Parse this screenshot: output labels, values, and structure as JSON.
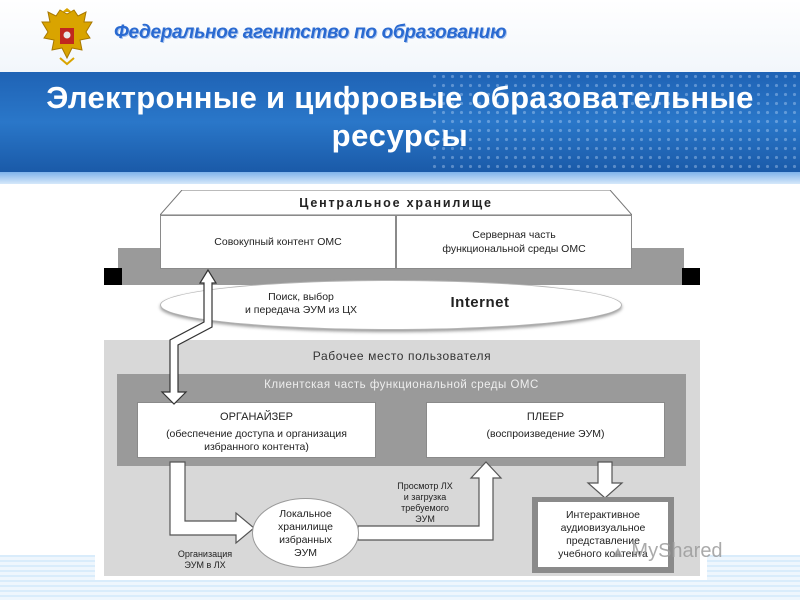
{
  "header": {
    "agency": "Федеральное агентство по образованию",
    "title_line1": "Электронные и цифровые образовательные",
    "title_line2": "ресурсы"
  },
  "diagram": {
    "central_storage": {
      "title": "Центральное хранилище",
      "left": "Совокупный контент ОМС",
      "right_line1": "Серверная часть",
      "right_line2": "функциональной среды ОМС"
    },
    "search_line1": "Поиск, выбор",
    "search_line2": "и передача ЭУМ из ЦХ",
    "internet": "Internet",
    "workplace_title": "Рабочее место пользователя",
    "client_title": "Клиентская часть функциональной среды ОМС",
    "organizer": {
      "title": "ОРГАНАЙЗЕР",
      "line1": "(обеспечение доступа и организация",
      "line2": "избранного контента)"
    },
    "player": {
      "title": "ПЛЕЕР",
      "line1": "(воспроизведение ЭУМ)"
    },
    "local_storage": {
      "line1": "Локальное",
      "line2": "хранилище",
      "line3": "избранных",
      "line4": "ЭУМ"
    },
    "view_lh": {
      "line1": "Просмотр ЛХ",
      "line2": "и загрузка",
      "line3": "требуемого",
      "line4": "ЭУМ"
    },
    "organize_lh": {
      "line1": "Организация",
      "line2": "ЭУМ в ЛХ"
    },
    "presentation": {
      "line1": "Интерактивное",
      "line2": "аудиовизуальное",
      "line3": "представление",
      "line4": "учебного контента"
    }
  },
  "watermark": "MyShared",
  "colors": {
    "banner": "#1f63b5",
    "agency_text": "#2a6ad1",
    "diagram_gray": "#9a9a9a"
  },
  "icons": [
    "coat-of-arms-emblem",
    "arrow-icons"
  ]
}
